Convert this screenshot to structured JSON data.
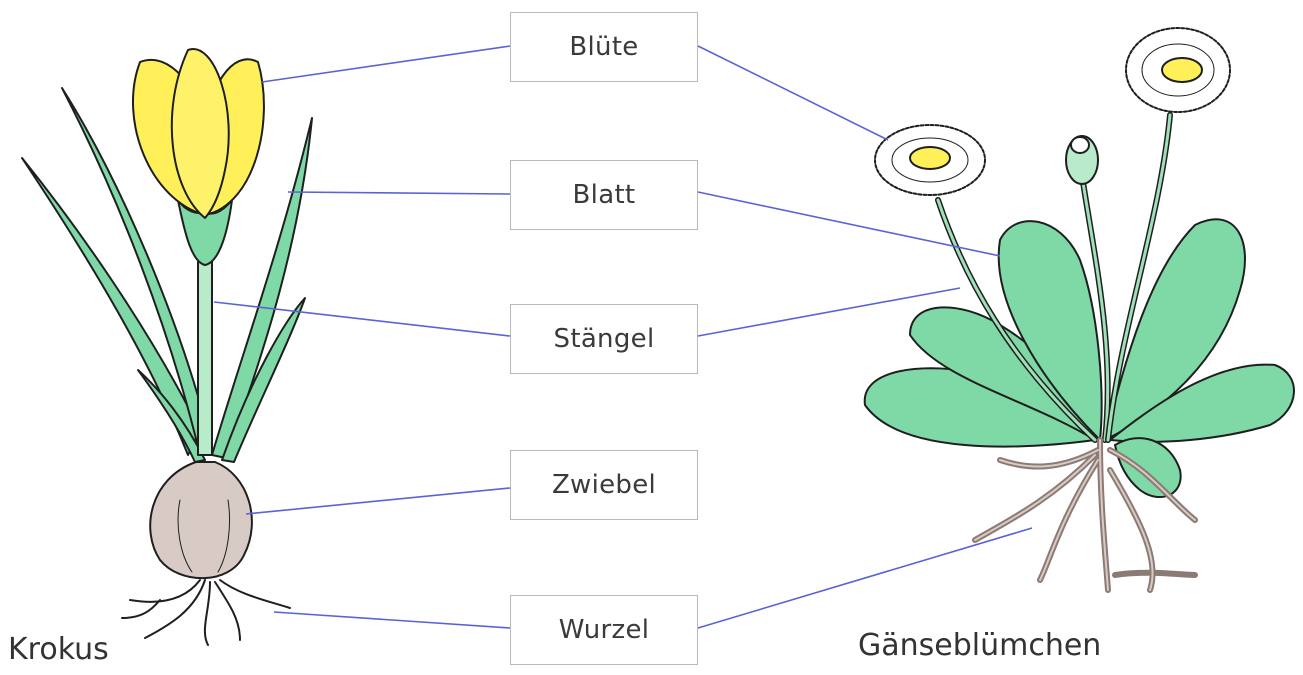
{
  "labels": {
    "bluete": "Blüte",
    "blatt": "Blatt",
    "staengel": "Stängel",
    "zwiebel": "Zwiebel",
    "wurzel": "Wurzel"
  },
  "captions": {
    "crocus": "Krokus",
    "daisy": "Gänseblümchen"
  },
  "colors": {
    "connector": "#5a63d6",
    "leaf_green": "#7fd9a6",
    "crocus_yellow": "#fff05a",
    "bulb": "#d8cbc6"
  }
}
